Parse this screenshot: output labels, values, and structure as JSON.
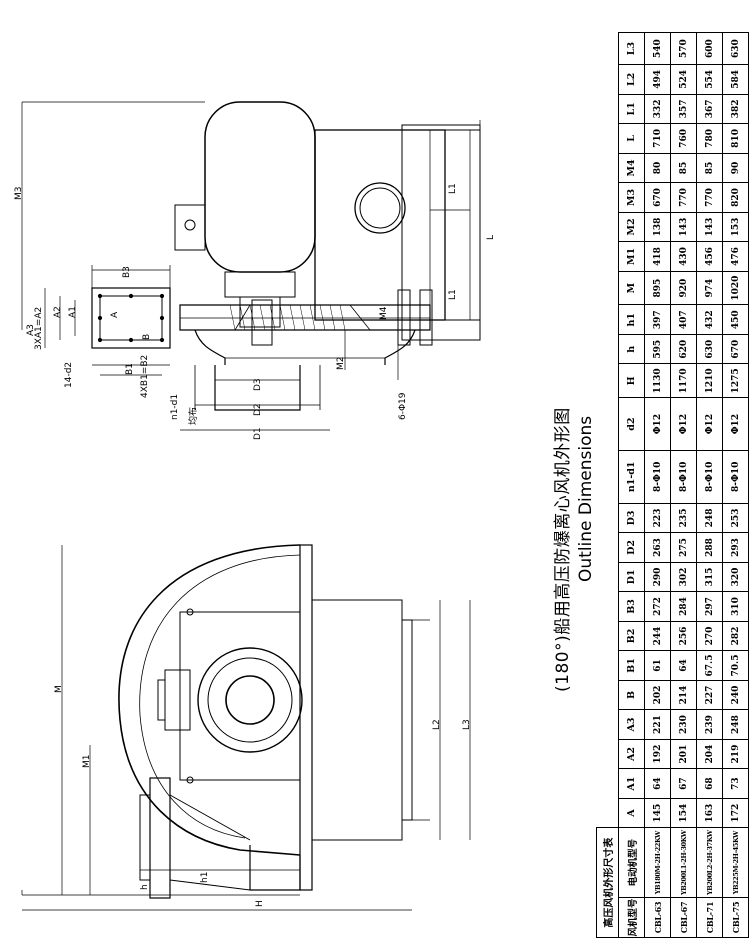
{
  "titles": {
    "chinese": "(180°)船用高压防爆离心风机外形图",
    "english": "Outline Dimensions"
  },
  "front_view_labels": {
    "M": "M",
    "M1": "M1",
    "h1": "h1",
    "h": "h",
    "H": "H",
    "L2": "L2",
    "L3": "L3"
  },
  "side_view_labels": {
    "M3": "M3",
    "B3": "B3",
    "A3": "A3",
    "A2": "A2",
    "A1": "A1",
    "A": "A",
    "B": "B",
    "B1": "B1",
    "3xA1A2": "3XA1=A2",
    "14d2": "14-d2",
    "4xB1B2": "4XB1=B2",
    "n1d1": "n1-d1",
    "junbu": "均布",
    "D3": "D3",
    "D2": "D2",
    "D1": "D1",
    "M2": "M2",
    "M4": "M4",
    "phi19": "6-Φ19",
    "L1a": "L1",
    "L1b": "L1",
    "L": "L"
  },
  "table": {
    "caption": "高压风机外形尺寸表",
    "headers": [
      "风机型号",
      "电动机型号",
      "A",
      "A1",
      "A2",
      "A3",
      "B",
      "B1",
      "B2",
      "B3",
      "D1",
      "D2",
      "D3",
      "n1-d1",
      "d2",
      "H",
      "h",
      "h1",
      "M",
      "M1",
      "M2",
      "M3",
      "M4",
      "L",
      "L1",
      "L2",
      "L3"
    ],
    "rows": [
      [
        "CBL-63",
        "YB180M-2H-22KW",
        "145",
        "64",
        "192",
        "221",
        "202",
        "61",
        "244",
        "272",
        "290",
        "263",
        "223",
        "8-Φ10",
        "Φ12",
        "1130",
        "595",
        "397",
        "895",
        "418",
        "138",
        "670",
        "80",
        "710",
        "332",
        "494",
        "540"
      ],
      [
        "CBL-67",
        "YB200L1-2H-30KW",
        "154",
        "67",
        "201",
        "230",
        "214",
        "64",
        "256",
        "284",
        "302",
        "275",
        "235",
        "8-Φ10",
        "Φ12",
        "1170",
        "620",
        "407",
        "920",
        "430",
        "143",
        "770",
        "85",
        "760",
        "357",
        "524",
        "570"
      ],
      [
        "CBL-71",
        "YB200L2-2H-37KW",
        "163",
        "68",
        "204",
        "239",
        "227",
        "67.5",
        "270",
        "297",
        "315",
        "288",
        "248",
        "8-Φ10",
        "Φ12",
        "1210",
        "630",
        "432",
        "974",
        "456",
        "143",
        "770",
        "85",
        "780",
        "367",
        "554",
        "600"
      ],
      [
        "CBL-75",
        "YB225M-2H-45KW",
        "172",
        "73",
        "219",
        "248",
        "240",
        "70.5",
        "282",
        "310",
        "320",
        "293",
        "253",
        "8-Φ10",
        "Φ12",
        "1275",
        "670",
        "450",
        "1020",
        "476",
        "153",
        "820",
        "90",
        "810",
        "382",
        "584",
        "630"
      ]
    ]
  }
}
